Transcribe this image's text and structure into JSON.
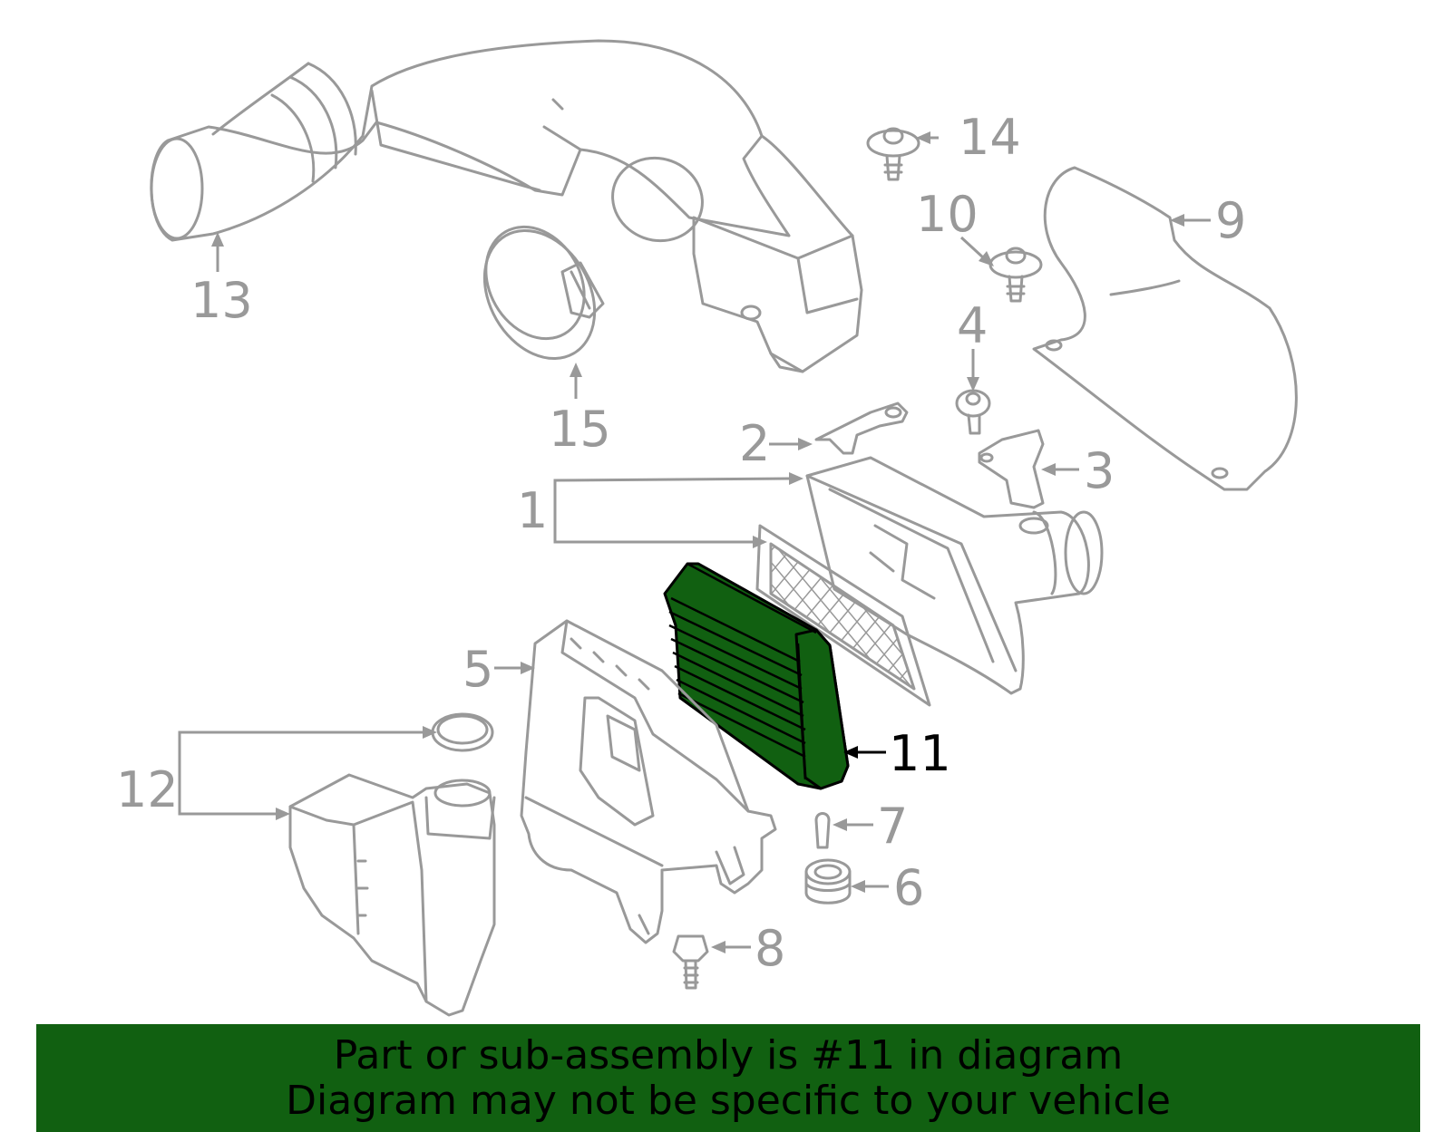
{
  "diagram": {
    "highlight_color": "#116011",
    "line_color": "#999999",
    "highlighted_part": "11",
    "callouts": {
      "c1": "1",
      "c2": "2",
      "c3": "3",
      "c4": "4",
      "c5": "5",
      "c6": "6",
      "c7": "7",
      "c8": "8",
      "c9": "9",
      "c10": "10",
      "c11": "11",
      "c12": "12",
      "c13": "13",
      "c14": "14",
      "c15": "15"
    }
  },
  "banner": {
    "background_color": "#116011",
    "line1": "Part or sub-assembly is #11 in diagram",
    "line2": "Diagram may not be specific to your vehicle"
  }
}
